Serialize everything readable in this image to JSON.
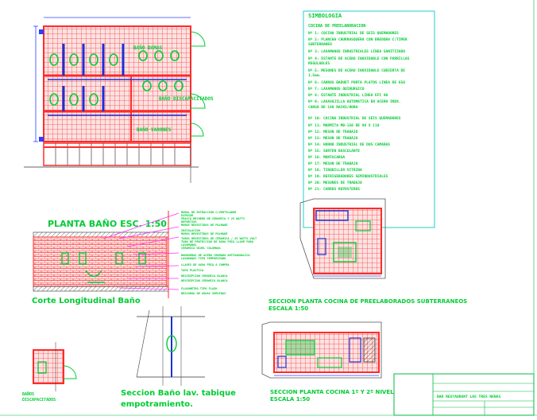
{
  "colors": {
    "background": "#ffffff",
    "wall": "#ff2b2b",
    "tile_fill": "#fbd6d6",
    "fixtures": "#00cc33",
    "annotation": "#00bb44",
    "dimension": "#3040ff",
    "frame_cyan": "#22cccc",
    "pipe_blue": "#1b2fd8",
    "hatch_magenta": "#ff33ff"
  },
  "plan_labels": {
    "bano_top": "BAÑO DAMAS",
    "bano_mid": "BAÑO DISCAPACITADOS",
    "bano_bottom": "BAÑO VARONES"
  },
  "legend": {
    "heading": "SIMBOLOGIA",
    "subheading": "COCINA DE PREELABORACION",
    "items": [
      "Nº 1: COCINA INDUSTRIAL DE SEIS QUEMADORES",
      "Nº 2: PLANCHA CHURRASQUERA CON BREDORA C/TIMER",
      "SUBTERRANEO",
      "Nº 3: LAVAMANOS INDUSTRIALES LINEA SANITIZADO",
      "Nº 4: ESTANTE DE ACERO INOXIDABLE CON PARRILLAS",
      "REGULABLES",
      "Nº 5: MESONES DE ACERO INOXIDABLE CUBIERTA DE",
      "1,5mm.",
      "Nº 6: CARROS BADUET PORTA PLATOS LINEA DE 650",
      "Nº 7: LAVAMANOS QUIRURGICO",
      "Nº 8: ESTANTE INDUSTRIAL LINEA EFI 90",
      "Nº 9: LAVAVAJILLA AUTOMATICA EN ACERO INOX.",
      "CARGA DE 180 RACKS/HORA"
    ],
    "items2": [
      "Nº 10: COCINA INDUSTRIAL DE SEIS QUEMADORES",
      "Nº 11: MARMITA MB-150 DE 96 X 110",
      "Nº 12: MESON DE TRABAJO",
      "Nº 13: MESON DE TRABAJO",
      "Nº 14: HORNO INDUSTRIAL DE DOS CAMARAS",
      "Nº 15: SARTEN BASCULANTE",
      "Nº 16: MONTACARGA",
      "Nº 17: MESON DE TRABAJO",
      "Nº 18: TIRODILLER VITRINA",
      "Nº 19: REFRIGERADORES SEMINDUSTRIALES",
      "Nº 20: MESONES DE TRABAJO",
      "Nº 21: CARROS REPOSTEROS"
    ]
  },
  "titles": {
    "planta_bano": "PLANTA BAÑO ESC. 1:50",
    "corte": "Corte Longitudinal Baño",
    "seccion_lav_1": "Seccion Baño lav. tabique",
    "seccion_lav_2": "empotramiento.",
    "seccion_sub_1": "SECCION PLANTA COCINA DE PREELABORADOS SUBTERRANEOS",
    "seccion_sub_2": "ESCALA 1:50",
    "seccion_niv_1": "SECCION PLANTA COCINA 1º Y 2º NIVEL",
    "seccion_niv_2": "ESCALA 1:50",
    "banos_disc_1": "BAÑOS",
    "banos_disc_2": "DISCAPACITADOS"
  },
  "callouts": [
    "MURAL DE EXTRACCION C/VENTILADOR",
    "ESPESOR",
    "FRASCO MECHERO DE CERAMICA Y 25 WATTS",
    "DEPORTIVO",
    "MUROS REVESTIDOS DE PALMADE",
    "INSTALACION",
    "MUROS REVESTIDOS DE PALMADE",
    "TUBOS REVESTIDOS DE CERAMICA / 25 WATTS VOLT",
    "TUBO DE PROTECCION DE AGUA FRIA LLAVE PARA",
    "LAVAMANOS",
    "CERAMICA NIVEL COLUMNAS",
    "MANGUERAS DE ACERO CROMADO ANTIVANDALICO",
    "LAVAMANOS TIPO TEMPORIZADO",
    "LLAVES DE AGUA FRIA A COMPRA",
    "TAPA PLASTICA",
    "DESCRIPCION CERAMICA BLANCA",
    "DESCRIPCION CERAMICA BLANCA",
    "FLUXOMETRO TIPO FLASH",
    "DESCARGA DE AGUAS SERVIDAS"
  ],
  "title_block": {
    "project": "BAR RESTAURANT LAS TRES NENAS"
  }
}
